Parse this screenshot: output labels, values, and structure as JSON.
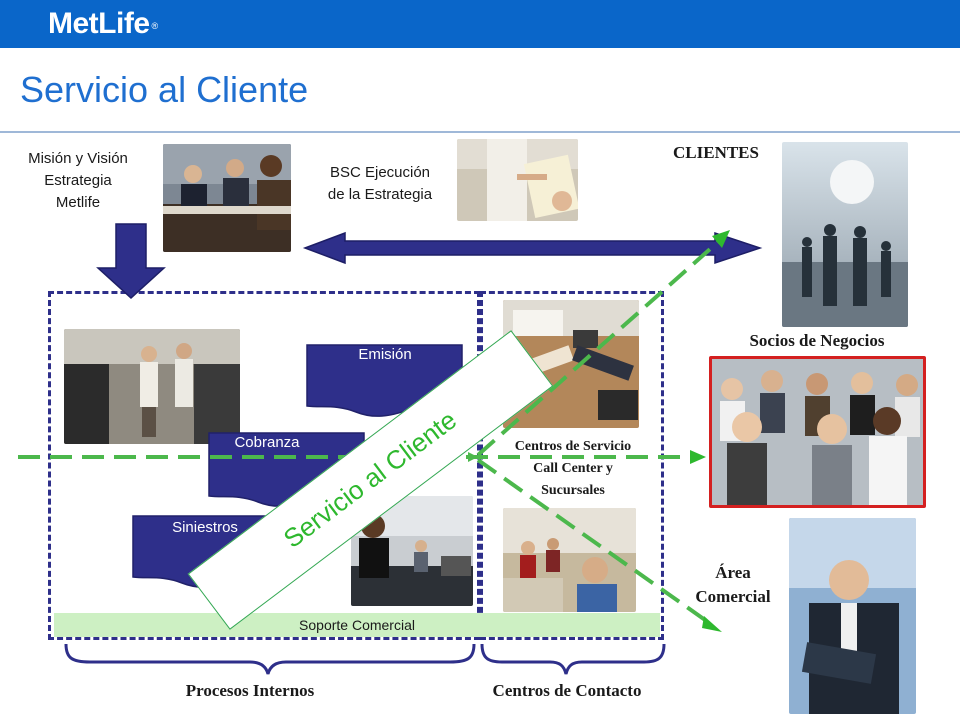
{
  "header": {
    "logo_text": "MetLife",
    "logo_mark": "®",
    "brand_color": "#0a66c9"
  },
  "slide": {
    "title": "Servicio al Cliente",
    "mision_vision": [
      "Misión y Visión",
      "Estrategia",
      "Metlife"
    ],
    "bsc": [
      "BSC  Ejecución",
      "de la Estrategia"
    ],
    "clientes": "CLIENTES",
    "socios": "Socios de Negocios",
    "area": [
      "Área",
      "Comercial"
    ],
    "emision": "Emisión",
    "cobranza": "Cobranza",
    "siniestros": "Siniestros",
    "centros_servicio": [
      "Centros de Servicio",
      "Call Center y",
      "Sucursales"
    ],
    "servicio_cliente": "Servicio al Cliente",
    "soporte": "Soporte Comercial",
    "procesos": "Procesos Internos",
    "centros_contacto": "Centros de Contacto"
  },
  "colors": {
    "navy": "#2e2f8a",
    "green": "#2eb82e",
    "soporte_bg": "#cdf0c3"
  }
}
